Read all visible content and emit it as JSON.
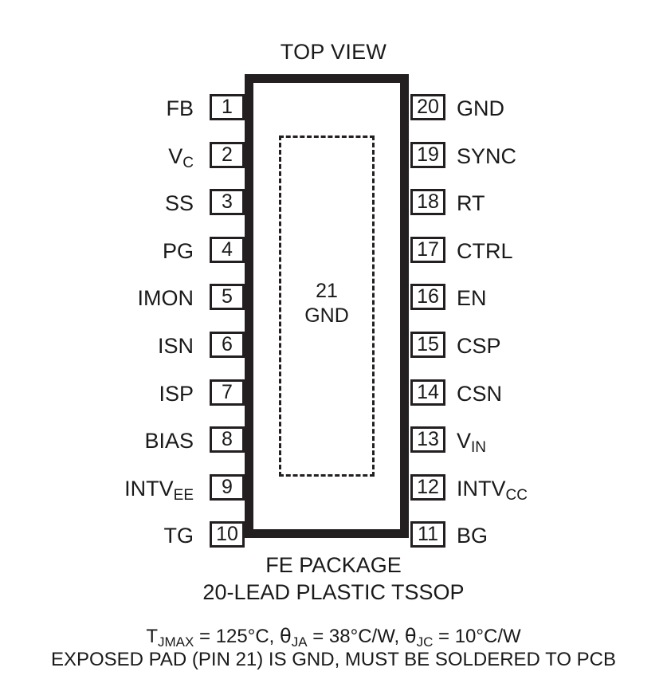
{
  "diagram": {
    "view_label": "TOP VIEW",
    "package_name": "FE PACKAGE",
    "package_description": "20-LEAD PLASTIC TSSOP",
    "exposed_pad": {
      "pin_number": "21",
      "pin_name": "GND"
    },
    "thermal": {
      "tjmax_symbol": "T",
      "tjmax_sub": "JMAX",
      "tjmax_value": " = 125°C, ",
      "theta_ja_symbol": "θ",
      "theta_ja_sub": "JA",
      "theta_ja_value": " = 38°C/W, ",
      "theta_jc_symbol": "θ",
      "theta_jc_sub": "JC",
      "theta_jc_value": " = 10°C/W",
      "full_text": "TJMAX = 125°C, θJA = 38°C/W, θJC = 10°C/W"
    },
    "pad_note": "EXPOSED PAD (PIN 21) IS GND, MUST BE SOLDERED TO PCB",
    "colors": {
      "outline": "#231f20",
      "background": "#ffffff",
      "text": "#1a1a1a"
    },
    "pins_left": [
      {
        "number": "1",
        "name": "FB",
        "sub": ""
      },
      {
        "number": "2",
        "name": "V",
        "sub": "C"
      },
      {
        "number": "3",
        "name": "SS",
        "sub": ""
      },
      {
        "number": "4",
        "name": "PG",
        "sub": ""
      },
      {
        "number": "5",
        "name": "IMON",
        "sub": ""
      },
      {
        "number": "6",
        "name": "ISN",
        "sub": ""
      },
      {
        "number": "7",
        "name": "ISP",
        "sub": ""
      },
      {
        "number": "8",
        "name": "BIAS",
        "sub": ""
      },
      {
        "number": "9",
        "name": "INTV",
        "sub": "EE"
      },
      {
        "number": "10",
        "name": "TG",
        "sub": ""
      }
    ],
    "pins_right": [
      {
        "number": "20",
        "name": "GND",
        "sub": ""
      },
      {
        "number": "19",
        "name": "SYNC",
        "sub": ""
      },
      {
        "number": "18",
        "name": "RT",
        "sub": ""
      },
      {
        "number": "17",
        "name": "CTRL",
        "sub": ""
      },
      {
        "number": "16",
        "name": "EN",
        "sub": ""
      },
      {
        "number": "15",
        "name": "CSP",
        "sub": ""
      },
      {
        "number": "14",
        "name": "CSN",
        "sub": ""
      },
      {
        "number": "13",
        "name": "V",
        "sub": "IN"
      },
      {
        "number": "12",
        "name": "INTV",
        "sub": "CC"
      },
      {
        "number": "11",
        "name": "BG",
        "sub": ""
      }
    ]
  }
}
